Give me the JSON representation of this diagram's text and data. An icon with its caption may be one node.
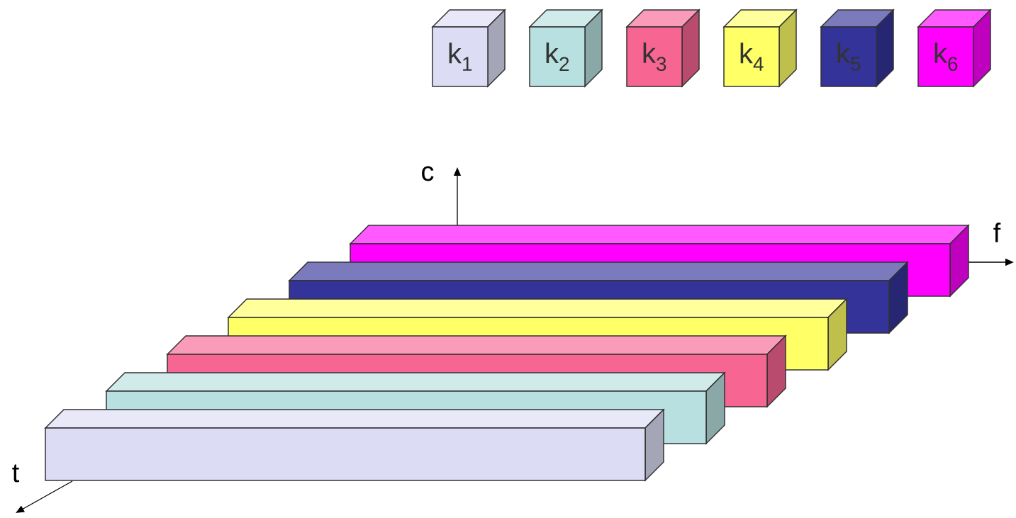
{
  "diagram": {
    "labels": [
      "c",
      "f",
      "t"
    ],
    "legend": [
      {
        "text": "k$_{1}$",
        "color": "#dcdcf5"
      },
      {
        "text": "k$_{2}$",
        "color": "#b8e0e0"
      },
      {
        "text": "k$_{3}$",
        "color": "#f76593"
      },
      {
        "text": "k$_{4}$",
        "color": "#ffff66"
      },
      {
        "text": "k$_{5}$",
        "color": "#333399"
      },
      {
        "text": "k$_{6}$",
        "color": "#ff00ff"
      }
    ]
  }
}
